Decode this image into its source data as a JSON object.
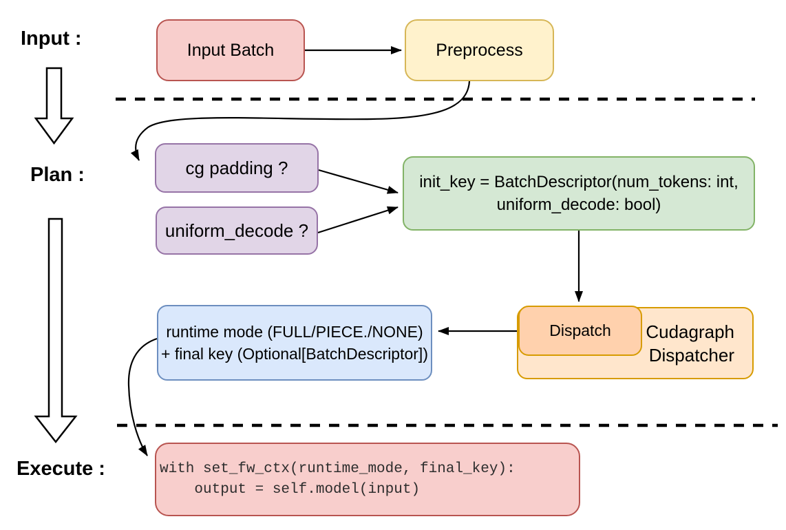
{
  "diagram": {
    "title_hint": "Cudagraph dispatch flow",
    "stages": {
      "input": "Input :",
      "plan": "Plan :",
      "execute": "Execute :"
    },
    "nodes": {
      "input_batch": {
        "label": "Input Batch",
        "fill": "#f8cecc",
        "border": "#b85450"
      },
      "preprocess": {
        "label": "Preprocess",
        "fill": "#fff2cc",
        "border": "#d6b656"
      },
      "cg_padding": {
        "label": "cg padding ?",
        "fill": "#e1d5e7",
        "border": "#9673a6"
      },
      "uniform_decode": {
        "label": "uniform_decode ?",
        "fill": "#e1d5e7",
        "border": "#9673a6"
      },
      "init_key": {
        "line1": "init_key = BatchDescriptor(num_tokens: int,",
        "line2": "uniform_decode: bool)",
        "fill": "#d5e8d4",
        "border": "#82b366"
      },
      "dispatch": {
        "label": "Dispatch",
        "fill": "#ffd1ad",
        "border": "#d79b00"
      },
      "cudagraph_dispatcher": {
        "line1": "Cudagraph",
        "line2": "Dispatcher",
        "fill": "#ffe6cc",
        "border": "#d79b00"
      },
      "runtime_mode": {
        "line1": "runtime mode (FULL/PIECE./NONE)",
        "line2": "+ final key (Optional[BatchDescriptor])",
        "fill": "#dae8fc",
        "border": "#6c8ebf"
      },
      "execute_code": {
        "line1": "with set_fw_ctx(runtime_mode, final_key):",
        "line2": "    output = self.model(input)",
        "fill": "#f8cecc",
        "border": "#b85450"
      }
    },
    "colors": {
      "arrow": "#000000",
      "separator": "#000000",
      "background": "#ffffff"
    }
  }
}
